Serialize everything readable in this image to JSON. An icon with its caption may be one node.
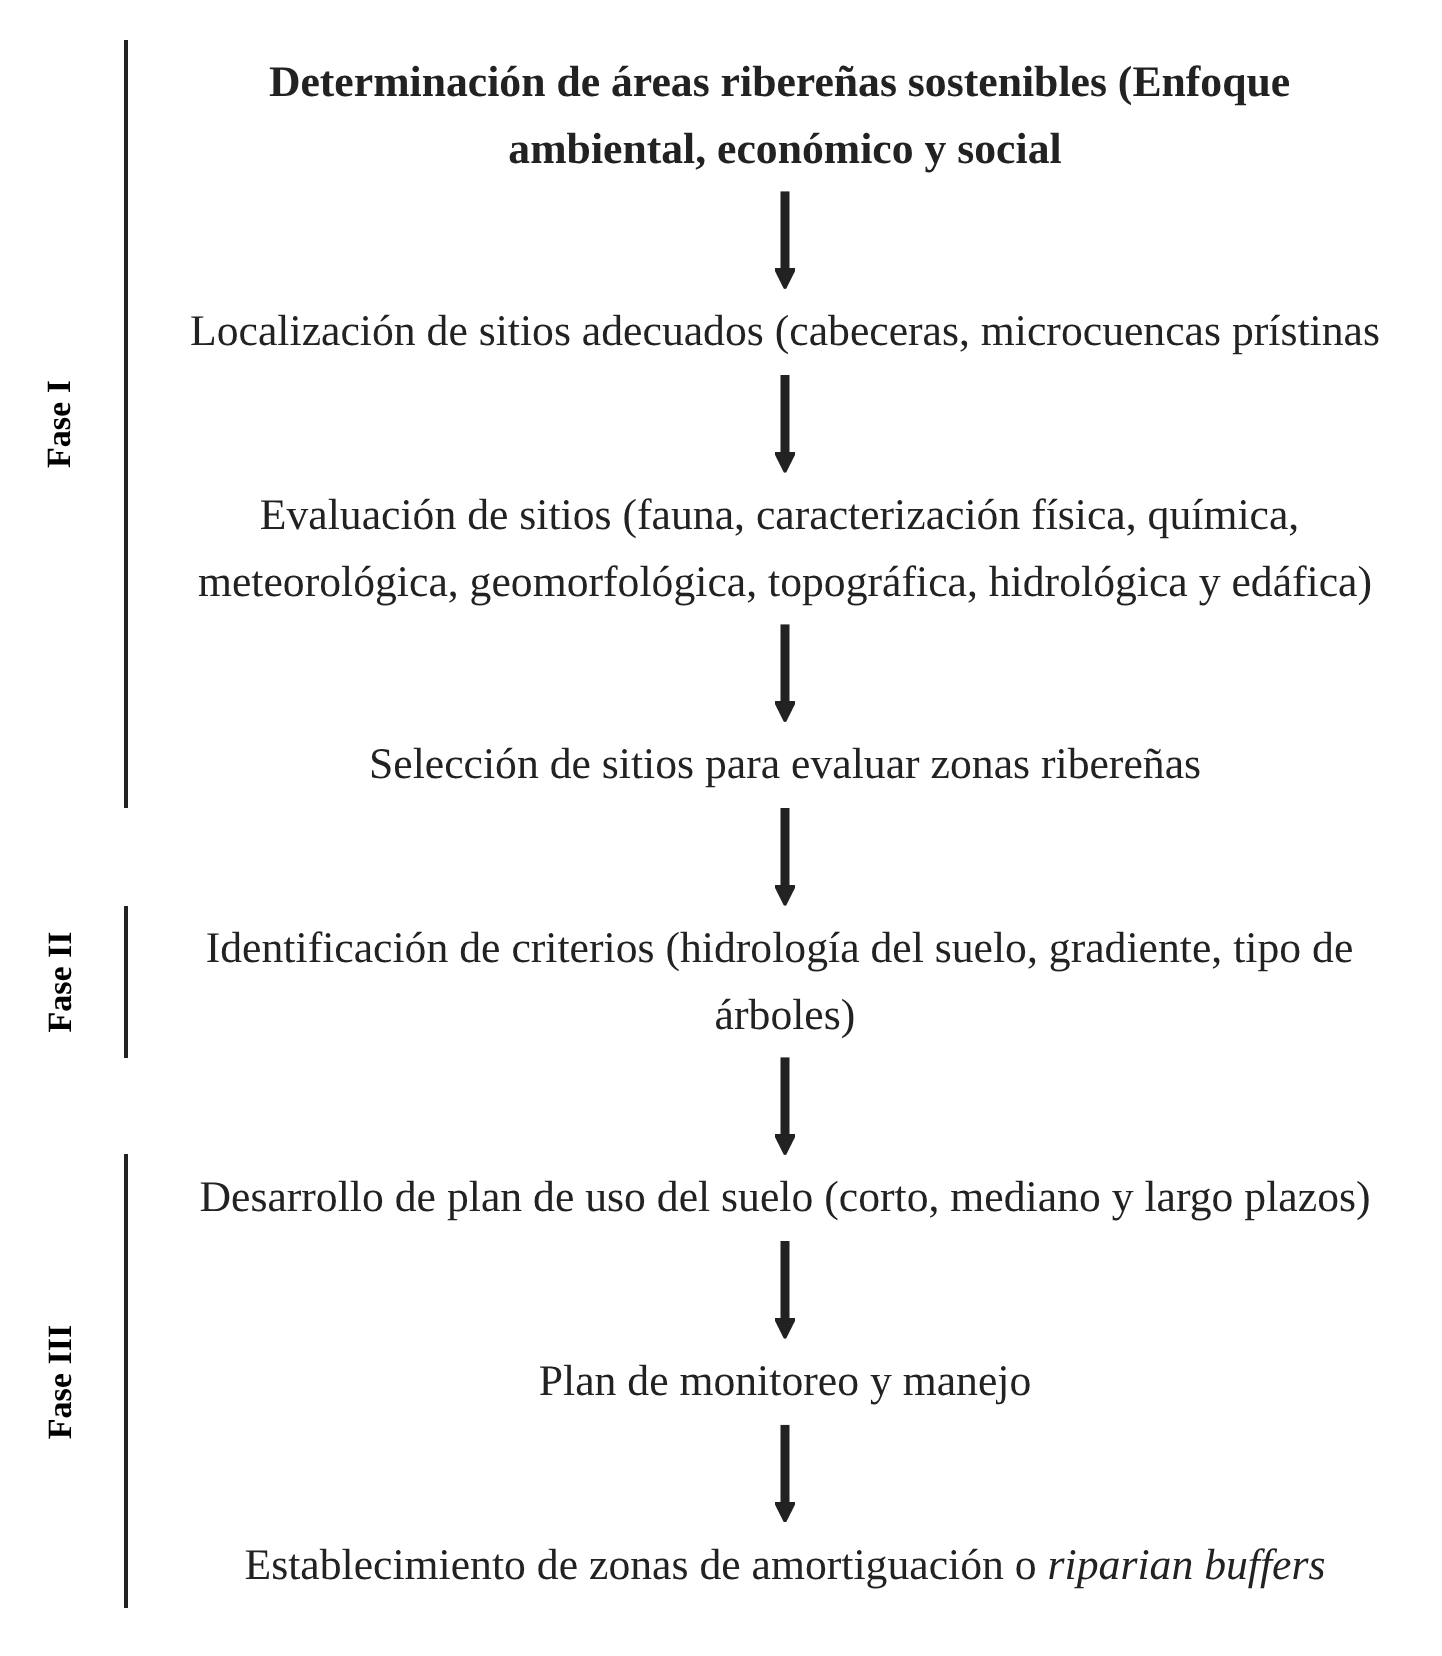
{
  "diagram": {
    "nodes": [
      {
        "text": [
          "Determinación de áreas ribereñas sostenibles (Enfoque ambiental, económico y social"
        ]
      },
      {
        "text": [
          "Localización de sitios adecuados (cabeceras, microcuencas prístinas"
        ]
      },
      {
        "text": [
          "Evaluación de sitios (fauna, caracterización física, química, meteorológica, geomorfológica, topográfica, hidrológica y edáfica)"
        ]
      },
      {
        "text": [
          "Selección de sitios para evaluar zonas ribereñas"
        ]
      },
      {
        "text": [
          "Identificación de criterios (hidrología del suelo, gradiente, tipo de árboles)"
        ]
      },
      {
        "text": [
          "Desarrollo de plan de uso del suelo (corto, mediano y largo plazos)"
        ]
      },
      {
        "text": [
          "Plan de monitoreo y manejo"
        ]
      },
      {
        "text": [
          "Establecimiento de zonas de amortiguación o *riparian buffers*"
        ]
      }
    ],
    "edges": [
      {
        "from": 0,
        "to": 1,
        "arrow": "to"
      },
      {
        "from": 1,
        "to": 2,
        "arrow": "to"
      },
      {
        "from": 2,
        "to": 3,
        "arrow": "to"
      },
      {
        "from": 3,
        "to": 4,
        "arrow": "to"
      },
      {
        "from": 4,
        "to": 5,
        "arrow": "to"
      },
      {
        "from": 5,
        "to": 6,
        "arrow": "to"
      },
      {
        "from": 6,
        "to": 7,
        "arrow": "to"
      }
    ],
    "labels": [
      "Fase I",
      "Fase II",
      "Fase III"
    ]
  }
}
